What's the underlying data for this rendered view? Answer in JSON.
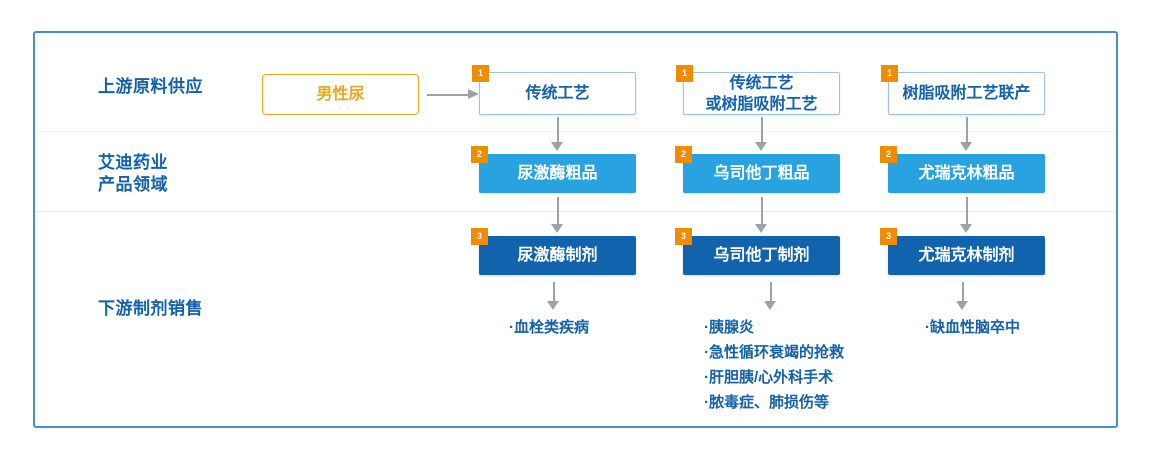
{
  "diagram": {
    "rows": [
      {
        "label": "上游原料供应"
      },
      {
        "label": "艾迪药业\n产品领域"
      },
      {
        "label": "下游制剂销售"
      }
    ],
    "source_box": {
      "label": "男性尿",
      "style": "amber"
    },
    "process_row": [
      {
        "badge": "1",
        "label": "传统工艺"
      },
      {
        "badge": "1",
        "label": "传统工艺\n或树脂吸附工艺"
      },
      {
        "badge": "1",
        "label": "树脂吸附工艺联产"
      }
    ],
    "crude_row": [
      {
        "badge": "2",
        "label": "尿激酶粗品"
      },
      {
        "badge": "2",
        "label": "乌司他丁粗品"
      },
      {
        "badge": "2",
        "label": "尤瑞克林粗品"
      }
    ],
    "formulation_row": [
      {
        "badge": "3",
        "label": "尿激酶制剂"
      },
      {
        "badge": "3",
        "label": "乌司他丁制剂"
      },
      {
        "badge": "3",
        "label": "尤瑞克林制剂"
      }
    ],
    "indications": [
      {
        "items": [
          "·血栓类疾病"
        ]
      },
      {
        "items": [
          "·胰腺炎",
          "·急性循环衰竭的抢救",
          "·肝胆胰/心外科手术",
          "·脓毒症、肺损伤等"
        ]
      },
      {
        "items": [
          "·缺血性脑卒中"
        ]
      }
    ],
    "colors": {
      "frame_border": "#4a90bf",
      "label_blue": "#1361a8",
      "amber": "#e8a81e",
      "mid_blue": "#29a3e0",
      "dark_blue": "#1263ad",
      "badge_orange": "#f08c00",
      "arrow_gray": "#9aa3a8"
    }
  }
}
